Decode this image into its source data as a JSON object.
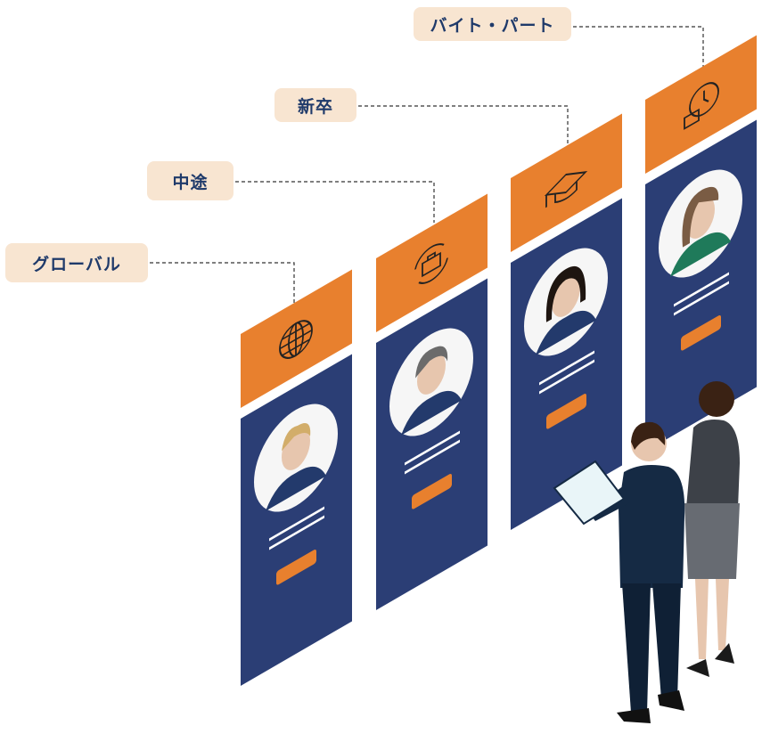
{
  "labels": {
    "part_time": "バイト・パート",
    "new_grad": "新卒",
    "mid_career": "中途",
    "global": "グローバル"
  },
  "colors": {
    "orange": "#e8802e",
    "navy": "#2b3e75",
    "label_bg": "#f8e5d1",
    "label_text": "#1f3a6a"
  },
  "panels": [
    {
      "category": "global",
      "icon": "globe-icon"
    },
    {
      "category": "mid_career",
      "icon": "briefcase-cycle-icon"
    },
    {
      "category": "new_grad",
      "icon": "graduation-cap-icon"
    },
    {
      "category": "part_time",
      "icon": "clock-briefcase-icon"
    }
  ]
}
